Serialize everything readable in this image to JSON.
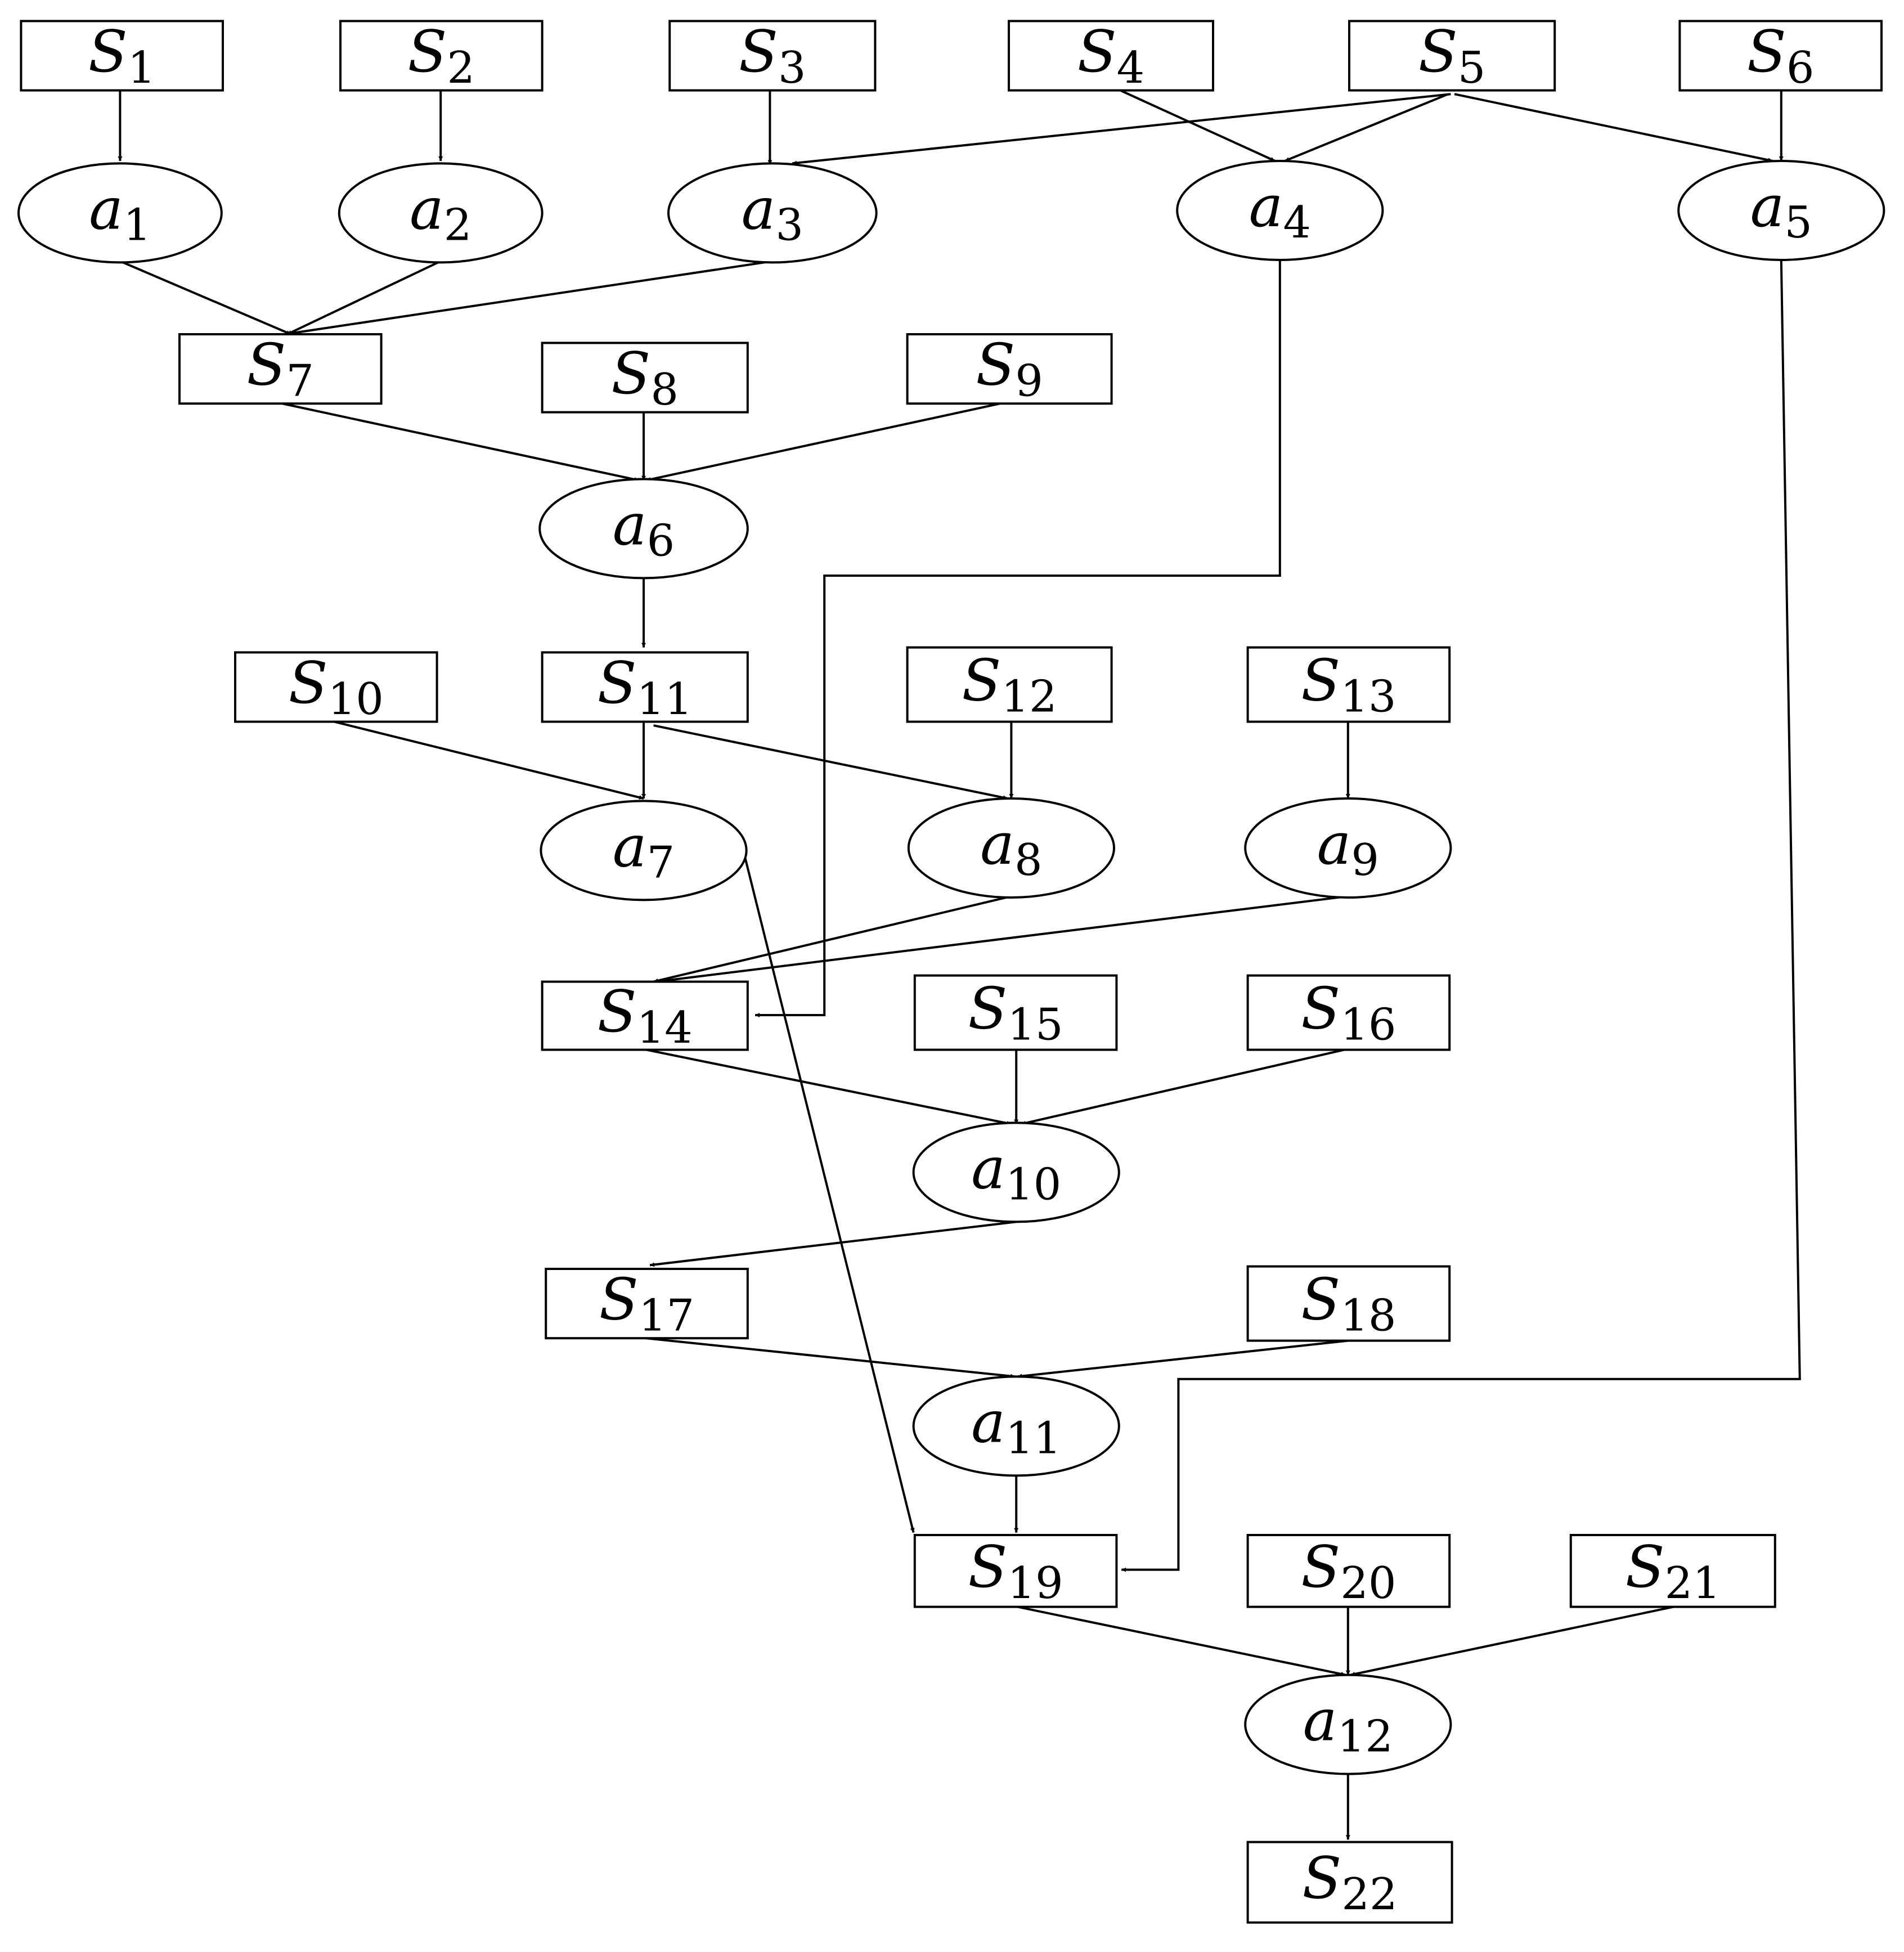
{
  "diagram": {
    "type": "flow-graph",
    "nodes": [
      {
        "id": "S1",
        "kind": "state",
        "letter": "S",
        "sub": "1"
      },
      {
        "id": "S2",
        "kind": "state",
        "letter": "S",
        "sub": "2"
      },
      {
        "id": "S3",
        "kind": "state",
        "letter": "S",
        "sub": "3"
      },
      {
        "id": "S4",
        "kind": "state",
        "letter": "S",
        "sub": "4"
      },
      {
        "id": "S5",
        "kind": "state",
        "letter": "S",
        "sub": "5"
      },
      {
        "id": "S6",
        "kind": "state",
        "letter": "S",
        "sub": "6"
      },
      {
        "id": "a1",
        "kind": "action",
        "letter": "a",
        "sub": "1"
      },
      {
        "id": "a2",
        "kind": "action",
        "letter": "a",
        "sub": "2"
      },
      {
        "id": "a3",
        "kind": "action",
        "letter": "a",
        "sub": "3"
      },
      {
        "id": "a4",
        "kind": "action",
        "letter": "a",
        "sub": "4"
      },
      {
        "id": "a5",
        "kind": "action",
        "letter": "a",
        "sub": "5"
      },
      {
        "id": "S7",
        "kind": "state",
        "letter": "S",
        "sub": "7"
      },
      {
        "id": "S8",
        "kind": "state",
        "letter": "S",
        "sub": "8"
      },
      {
        "id": "S9",
        "kind": "state",
        "letter": "S",
        "sub": "9"
      },
      {
        "id": "a6",
        "kind": "action",
        "letter": "a",
        "sub": "6"
      },
      {
        "id": "S10",
        "kind": "state",
        "letter": "S",
        "sub": "10"
      },
      {
        "id": "S11",
        "kind": "state",
        "letter": "S",
        "sub": "11"
      },
      {
        "id": "S12",
        "kind": "state",
        "letter": "S",
        "sub": "12"
      },
      {
        "id": "S13",
        "kind": "state",
        "letter": "S",
        "sub": "13"
      },
      {
        "id": "a7",
        "kind": "action",
        "letter": "a",
        "sub": "7"
      },
      {
        "id": "a8",
        "kind": "action",
        "letter": "a",
        "sub": "8"
      },
      {
        "id": "a9",
        "kind": "action",
        "letter": "a",
        "sub": "9"
      },
      {
        "id": "S14",
        "kind": "state",
        "letter": "S",
        "sub": "14"
      },
      {
        "id": "S15",
        "kind": "state",
        "letter": "S",
        "sub": "15"
      },
      {
        "id": "S16",
        "kind": "state",
        "letter": "S",
        "sub": "16"
      },
      {
        "id": "a10",
        "kind": "action",
        "letter": "a",
        "sub": "10"
      },
      {
        "id": "S17",
        "kind": "state",
        "letter": "S",
        "sub": "17"
      },
      {
        "id": "S18",
        "kind": "state",
        "letter": "S",
        "sub": "18"
      },
      {
        "id": "a11",
        "kind": "action",
        "letter": "a",
        "sub": "11"
      },
      {
        "id": "S19",
        "kind": "state",
        "letter": "S",
        "sub": "19"
      },
      {
        "id": "S20",
        "kind": "state",
        "letter": "S",
        "sub": "20"
      },
      {
        "id": "S21",
        "kind": "state",
        "letter": "S",
        "sub": "21"
      },
      {
        "id": "a12",
        "kind": "action",
        "letter": "a",
        "sub": "12"
      },
      {
        "id": "S22",
        "kind": "state",
        "letter": "S",
        "sub": "22"
      }
    ],
    "edges": [
      {
        "from": "S1",
        "to": "a1"
      },
      {
        "from": "S2",
        "to": "a2"
      },
      {
        "from": "S3",
        "to": "a3"
      },
      {
        "from": "S5",
        "to": "a3"
      },
      {
        "from": "S4",
        "to": "a4"
      },
      {
        "from": "S5",
        "to": "a4"
      },
      {
        "from": "S5",
        "to": "a5"
      },
      {
        "from": "S6",
        "to": "a5"
      },
      {
        "from": "a1",
        "to": "S7"
      },
      {
        "from": "a2",
        "to": "S7"
      },
      {
        "from": "a3",
        "to": "S7"
      },
      {
        "from": "S7",
        "to": "a6"
      },
      {
        "from": "S8",
        "to": "a6"
      },
      {
        "from": "S9",
        "to": "a6"
      },
      {
        "from": "a6",
        "to": "S11"
      },
      {
        "from": "S10",
        "to": "a7"
      },
      {
        "from": "S11",
        "to": "a7"
      },
      {
        "from": "S11",
        "to": "a8"
      },
      {
        "from": "S12",
        "to": "a8"
      },
      {
        "from": "S13",
        "to": "a9"
      },
      {
        "from": "a8",
        "to": "S14"
      },
      {
        "from": "a9",
        "to": "S14"
      },
      {
        "from": "a4",
        "to": "S14"
      },
      {
        "from": "S14",
        "to": "a10"
      },
      {
        "from": "S15",
        "to": "a10"
      },
      {
        "from": "S16",
        "to": "a10"
      },
      {
        "from": "a10",
        "to": "S17"
      },
      {
        "from": "S17",
        "to": "a11"
      },
      {
        "from": "S18",
        "to": "a11"
      },
      {
        "from": "a11",
        "to": "S19"
      },
      {
        "from": "a7",
        "to": "S19"
      },
      {
        "from": "a5",
        "to": "S19"
      },
      {
        "from": "S19",
        "to": "a12"
      },
      {
        "from": "S20",
        "to": "a12"
      },
      {
        "from": "S21",
        "to": "a12"
      },
      {
        "from": "a12",
        "to": "S22"
      }
    ]
  }
}
